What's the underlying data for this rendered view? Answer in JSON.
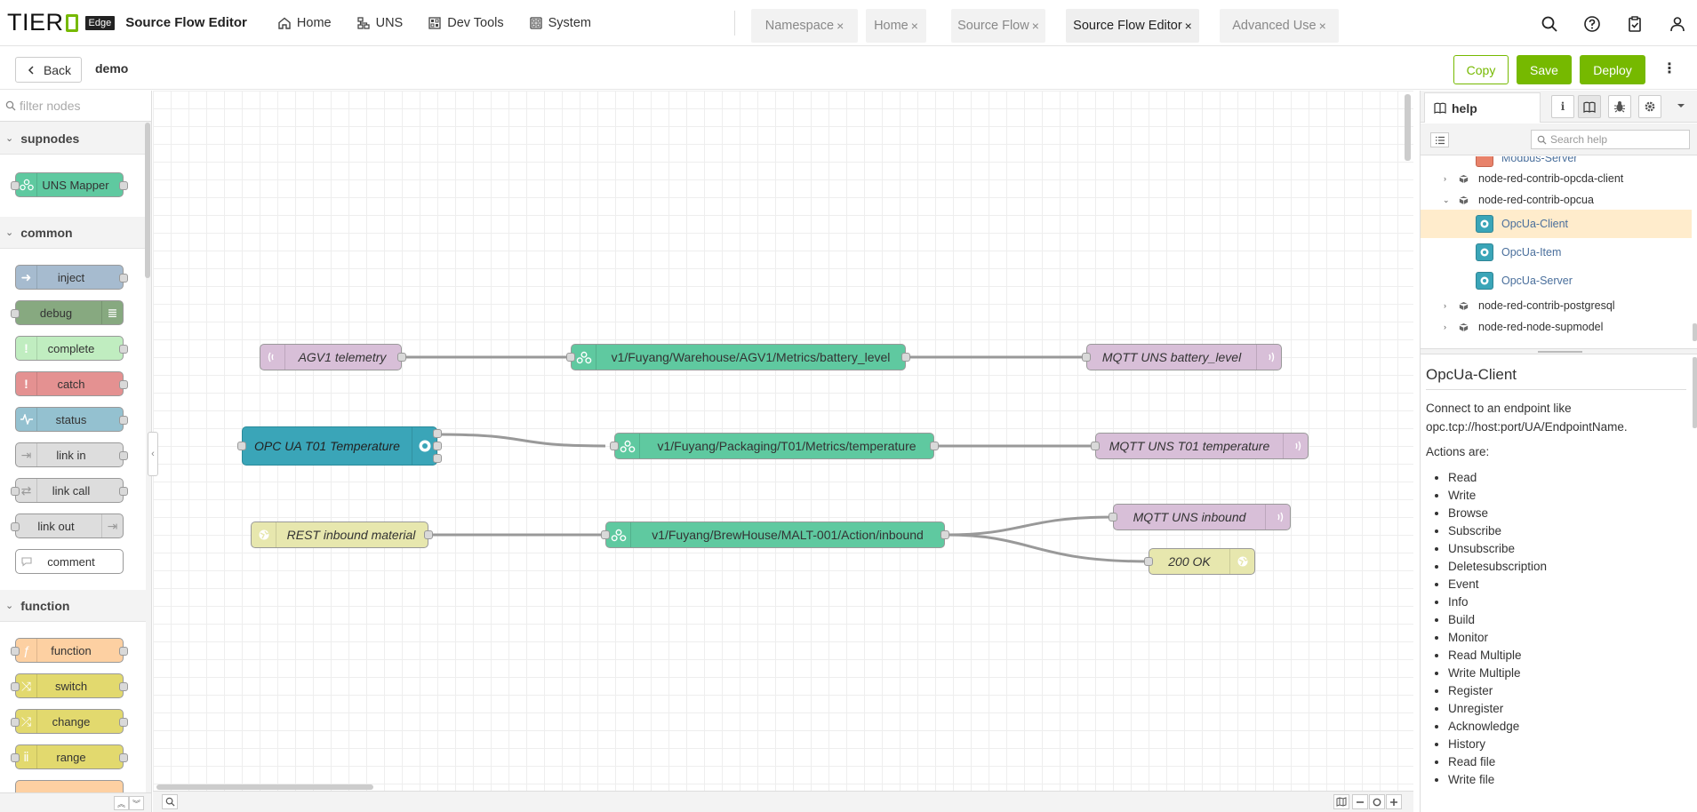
{
  "header": {
    "logo_text": "TIER",
    "edge_badge": "Edge",
    "app_title": "Source Flow Editor",
    "nav": [
      {
        "label": "Home",
        "icon": "home-icon"
      },
      {
        "label": "UNS",
        "icon": "uns-icon"
      },
      {
        "label": "Dev Tools",
        "icon": "dev-tools-icon"
      },
      {
        "label": "System",
        "icon": "system-icon"
      }
    ],
    "tabs": [
      {
        "label": "Namespace",
        "active": false
      },
      {
        "label": "Home",
        "active": false
      },
      {
        "label": "Source Flow",
        "active": false
      },
      {
        "label": "Source Flow Editor",
        "active": true
      },
      {
        "label": "Advanced Use",
        "active": false
      }
    ],
    "tab_close": "×"
  },
  "subbar": {
    "back_label": "Back",
    "flow_name": "demo",
    "copy_label": "Copy",
    "save_label": "Save",
    "deploy_label": "Deploy",
    "more": "⋮"
  },
  "palette": {
    "filter_placeholder": "filter nodes",
    "categories": [
      {
        "name": "supnodes",
        "nodes": [
          "UNS Mapper"
        ]
      },
      {
        "name": "common",
        "nodes": [
          "inject",
          "debug",
          "complete",
          "catch",
          "status",
          "link in",
          "link call",
          "link out",
          "comment"
        ]
      },
      {
        "name": "function",
        "nodes": [
          "function",
          "switch",
          "change",
          "range"
        ]
      }
    ]
  },
  "flow": {
    "nodes": [
      {
        "label": "AGV1 telemetry"
      },
      {
        "label": "v1/Fuyang/Warehouse/AGV1/Metrics/battery_level"
      },
      {
        "label": "MQTT UNS battery_level"
      },
      {
        "label": "OPC UA T01 Temperature"
      },
      {
        "label": "v1/Fuyang/Packaging/T01/Metrics/temperature"
      },
      {
        "label": "MQTT UNS T01 temperature"
      },
      {
        "label": "REST inbound material"
      },
      {
        "label": "v1/Fuyang/BrewHouse/MALT-001/Action/inbound"
      },
      {
        "label": "MQTT UNS inbound"
      },
      {
        "label": "200 OK"
      }
    ]
  },
  "sidebar": {
    "tab_label": "help",
    "search_placeholder": "Search help",
    "tree": [
      {
        "label": "Modbus-Server"
      },
      {
        "label": "node-red-contrib-opcda-client"
      },
      {
        "label": "node-red-contrib-opcua"
      },
      {
        "label": "OpcUa-Client"
      },
      {
        "label": "OpcUa-Item"
      },
      {
        "label": "OpcUa-Server"
      },
      {
        "label": "node-red-contrib-postgresql"
      },
      {
        "label": "node-red-node-supmodel"
      }
    ],
    "help": {
      "title": "OpcUa-Client",
      "description": "Connect to an endpoint like opc.tcp://host:port/UA/EndpointName.",
      "actions_label": "Actions are:",
      "actions": [
        "Read",
        "Write",
        "Browse",
        "Subscribe",
        "Unsubscribe",
        "Deletesubscription",
        "Event",
        "Info",
        "Build",
        "Monitor",
        "Read Multiple",
        "Write Multiple",
        "Register",
        "Unregister",
        "Acknowledge",
        "History",
        "Read file",
        "Write file"
      ]
    }
  },
  "colors": {
    "accent": "#76b900",
    "uns_mapper": "#5fc9a0",
    "inject": "#a6bbcf",
    "debug": "#87a980",
    "complete": "#c0edc0",
    "catch": "#e49191",
    "status": "#94c1d0",
    "link": "#dddddd",
    "function": "#fdd0a2",
    "switch": "#e2d96e",
    "mqtt": "#d8bfd8",
    "opcua": "#3aa5b8",
    "http": "#e7e7ae"
  }
}
